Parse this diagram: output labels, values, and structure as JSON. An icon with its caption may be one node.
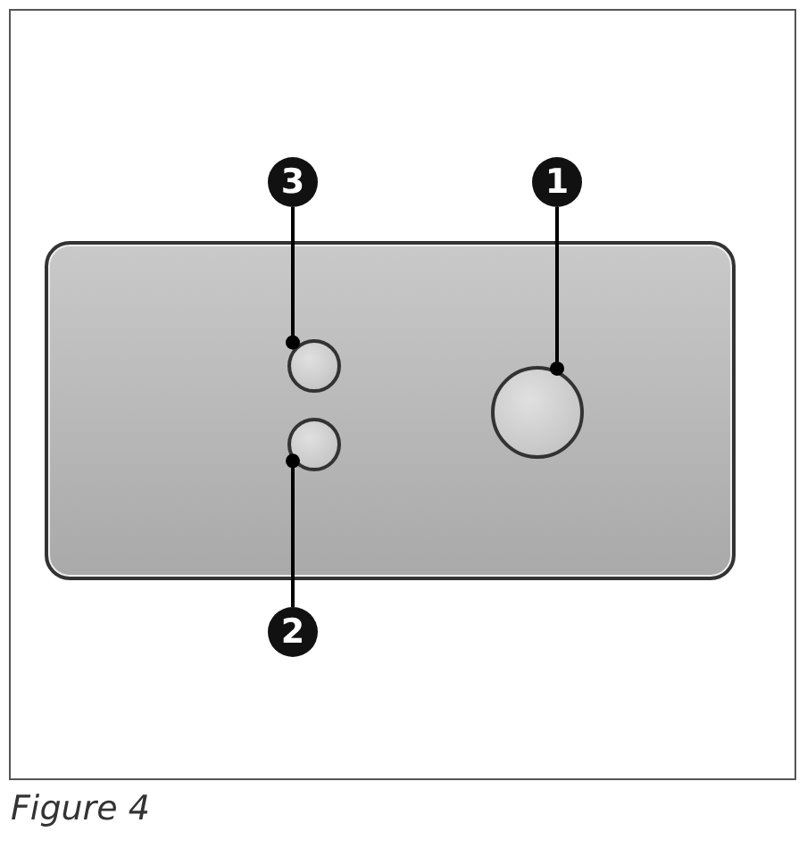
{
  "diagram": {
    "caption": "Figure 4",
    "nodes": [
      {
        "text": [
          "3"
        ]
      },
      {
        "text": [
          "1"
        ]
      },
      {
        "text": [],
        "shape": "box"
      },
      {
        "text": [],
        "shape": "circle",
        "in": 2
      },
      {
        "text": [],
        "shape": "circle",
        "in": 2
      },
      {
        "text": [],
        "shape": "circle",
        "in": 2
      },
      {
        "text": [
          "2"
        ]
      }
    ],
    "edges": [
      {
        "from": 0,
        "to": 3,
        "arrow": "other"
      },
      {
        "from": 1,
        "to": 4,
        "arrow": "other"
      },
      {
        "from": 6,
        "to": 5,
        "arrow": "other"
      }
    ]
  }
}
